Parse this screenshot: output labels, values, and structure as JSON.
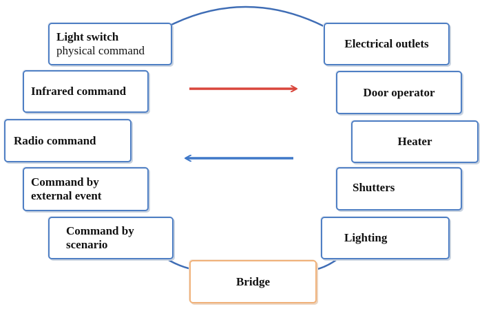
{
  "left_nodes": {
    "light_switch": {
      "line1": "Light switch",
      "line2": "physical command"
    },
    "infrared": {
      "label": "Infrared command"
    },
    "radio": {
      "label": "Radio command"
    },
    "external_event": {
      "line1": "Command by",
      "line2": "external event"
    },
    "scenario": {
      "line1": "Command by",
      "line2": "scenario"
    }
  },
  "right_nodes": {
    "outlets": {
      "label": "Electrical outlets"
    },
    "door": {
      "label": "Door operator"
    },
    "heater": {
      "label": "Heater"
    },
    "shutters": {
      "label": "Shutters"
    },
    "lighting": {
      "label": "Lighting"
    }
  },
  "bridge": {
    "label": "Bridge"
  },
  "colors": {
    "node_border": "#4f7fc4",
    "bridge_border": "#f0b27a",
    "arc": "#3f6db5",
    "arrow_right": "#d9463c",
    "arrow_left": "#3f78c8"
  }
}
